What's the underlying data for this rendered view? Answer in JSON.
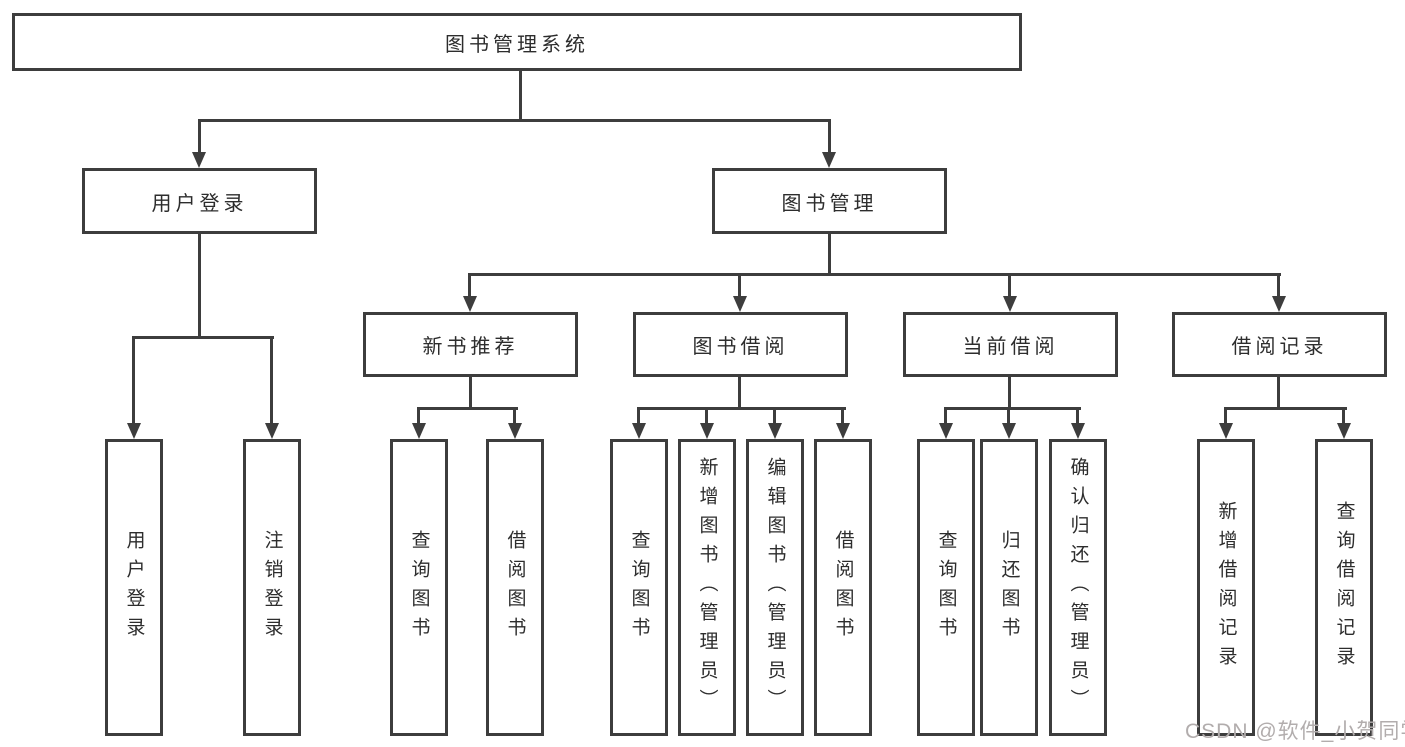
{
  "diagram": {
    "root": {
      "label": "图书管理系统"
    },
    "level2": [
      {
        "id": "user-login",
        "label": "用户登录"
      },
      {
        "id": "book-management",
        "label": "图书管理"
      }
    ],
    "level3": [
      {
        "id": "new-book-recommend",
        "label": "新书推荐"
      },
      {
        "id": "book-borrow",
        "label": "图书借阅"
      },
      {
        "id": "current-borrow",
        "label": "当前借阅"
      },
      {
        "id": "borrow-record",
        "label": "借阅记录"
      }
    ],
    "leaves": [
      {
        "id": "user-login-leaf",
        "label": "用户登录"
      },
      {
        "id": "logout",
        "label": "注销登录"
      },
      {
        "id": "query-book-recommend",
        "label": "查询图书"
      },
      {
        "id": "borrow-book-recommend",
        "label": "借阅图书"
      },
      {
        "id": "query-book-borrow",
        "label": "查询图书"
      },
      {
        "id": "add-book-admin",
        "label": "新增图书（管理员）"
      },
      {
        "id": "edit-book-admin",
        "label": "编辑图书（管理员）"
      },
      {
        "id": "borrow-book",
        "label": "借阅图书"
      },
      {
        "id": "query-book-current",
        "label": "查询图书"
      },
      {
        "id": "return-book",
        "label": "归还图书"
      },
      {
        "id": "confirm-return-admin",
        "label": "确认归还（管理员）"
      },
      {
        "id": "add-borrow-record",
        "label": "新增借阅记录"
      },
      {
        "id": "query-borrow-record",
        "label": "查询借阅记录"
      }
    ],
    "watermark": "CSDN @软件_小贺同学",
    "colors": {
      "line": "#3d3d3d",
      "text": "#2d2d2d",
      "watermark": "#b2adad",
      "background": "#ffffff"
    }
  }
}
